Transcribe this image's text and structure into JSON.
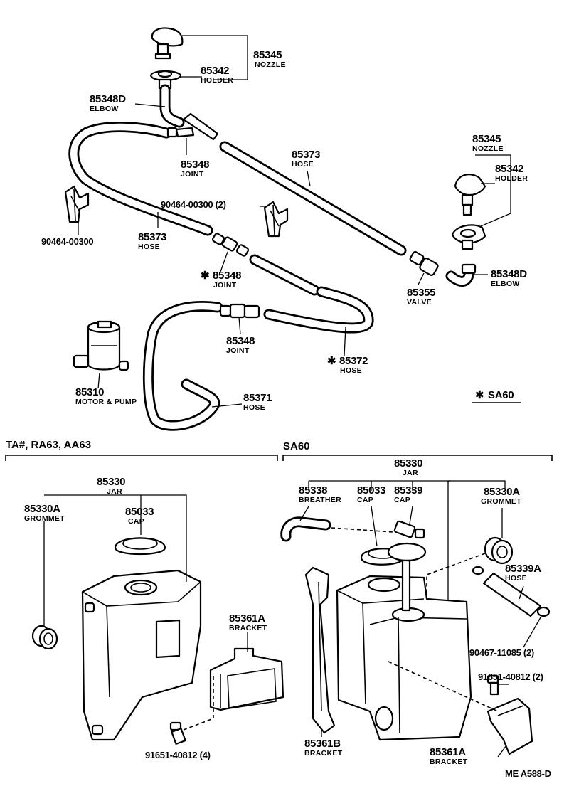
{
  "labels": {
    "nozzle_top": {
      "num": "85345",
      "sub": "NOZZLE"
    },
    "holder_top": {
      "num": "85342",
      "sub": "HOLDER"
    },
    "elbow_top": {
      "num": "85348D",
      "sub": "ELBOW"
    },
    "joint_top": {
      "num": "85348",
      "sub": "JOINT"
    },
    "hose_85373_right": {
      "num": "85373",
      "sub": "HOSE"
    },
    "nozzle_right": {
      "num": "85345",
      "sub": "NOZZLE"
    },
    "holder_right": {
      "num": "85342",
      "sub": "HOLDER"
    },
    "clamp_mid": {
      "num": "90464-00300 (2)"
    },
    "clamp_left": {
      "num": "90464-00300"
    },
    "hose_85373_left": {
      "num": "85373",
      "sub": "HOSE"
    },
    "joint_star": {
      "num": "85348",
      "sub": "JOINT"
    },
    "elbow_right": {
      "num": "85348D",
      "sub": "ELBOW"
    },
    "valve": {
      "num": "85355",
      "sub": "VALVE"
    },
    "joint_lower": {
      "num": "85348",
      "sub": "JOINT"
    },
    "hose_85372": {
      "num": "85372",
      "sub": "HOSE"
    },
    "motor": {
      "num": "85310",
      "sub": "MOTOR & PUMP"
    },
    "hose_85371": {
      "num": "85371",
      "sub": "HOSE"
    },
    "sa60_note": {
      "num": "SA60"
    },
    "section_left": {
      "num": "TA#, RA63, AA63"
    },
    "section_right": {
      "num": "SA60"
    },
    "jar_left": {
      "num": "85330",
      "sub": "JAR"
    },
    "grommet_left": {
      "num": "85330A",
      "sub": "GROMMET"
    },
    "cap_left": {
      "num": "85033",
      "sub": "CAP"
    },
    "bracket_left": {
      "num": "85361A",
      "sub": "BRACKET"
    },
    "bolt_left": {
      "num": "91651-40812 (4)"
    },
    "jar_right": {
      "num": "85330",
      "sub": "JAR"
    },
    "breather": {
      "num": "85338",
      "sub": "BREATHER"
    },
    "cap_right": {
      "num": "85033",
      "sub": "CAP"
    },
    "cap_85339": {
      "num": "85339",
      "sub": "CAP"
    },
    "grommet_right": {
      "num": "85330A",
      "sub": "GROMMET"
    },
    "hose_85339a": {
      "num": "85339A",
      "sub": "HOSE"
    },
    "clip_right": {
      "num": "90467-11085 (2)"
    },
    "bolt_right": {
      "num": "91651-40812 (2)"
    },
    "bracket_85361b": {
      "num": "85361B",
      "sub": "BRACKET"
    },
    "bracket_right": {
      "num": "85361A",
      "sub": "BRACKET"
    },
    "drawing_code": {
      "num": "ME  A588-D"
    }
  }
}
